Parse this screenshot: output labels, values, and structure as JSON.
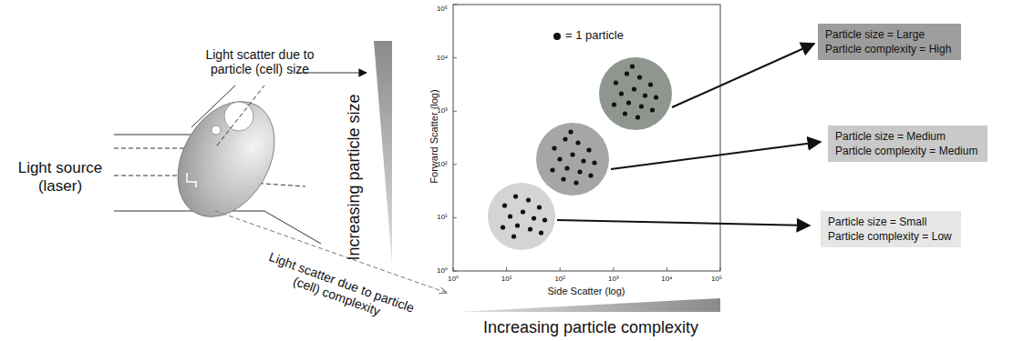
{
  "diagram": {
    "nodes": [
      {
        "text": [
          "Particle size = Large",
          "Particle complexity = High"
        ]
      },
      {
        "text": [
          "Particle size = Medium",
          "Particle complexity = Medium"
        ]
      },
      {
        "text": [
          "Particle size = Small",
          "Particle complexity = Low"
        ]
      }
    ],
    "labels": [
      "Light source (laser)",
      "Light scatter due to particle (cell) size",
      "Increasing particle size",
      "Forward Scatter (log)",
      "10⁰",
      "10¹",
      "10²",
      "10³",
      "10⁴",
      "10⁵",
      "10⁰",
      "10¹",
      "10²",
      "10³",
      "10⁴",
      "10⁵",
      "Side Scatter (log)",
      "Light scatter due to particle (cell) complexity",
      "Increasing particle complexity"
    ],
    "legend": [
      {
        "text": "= 1 particle"
      }
    ]
  }
}
